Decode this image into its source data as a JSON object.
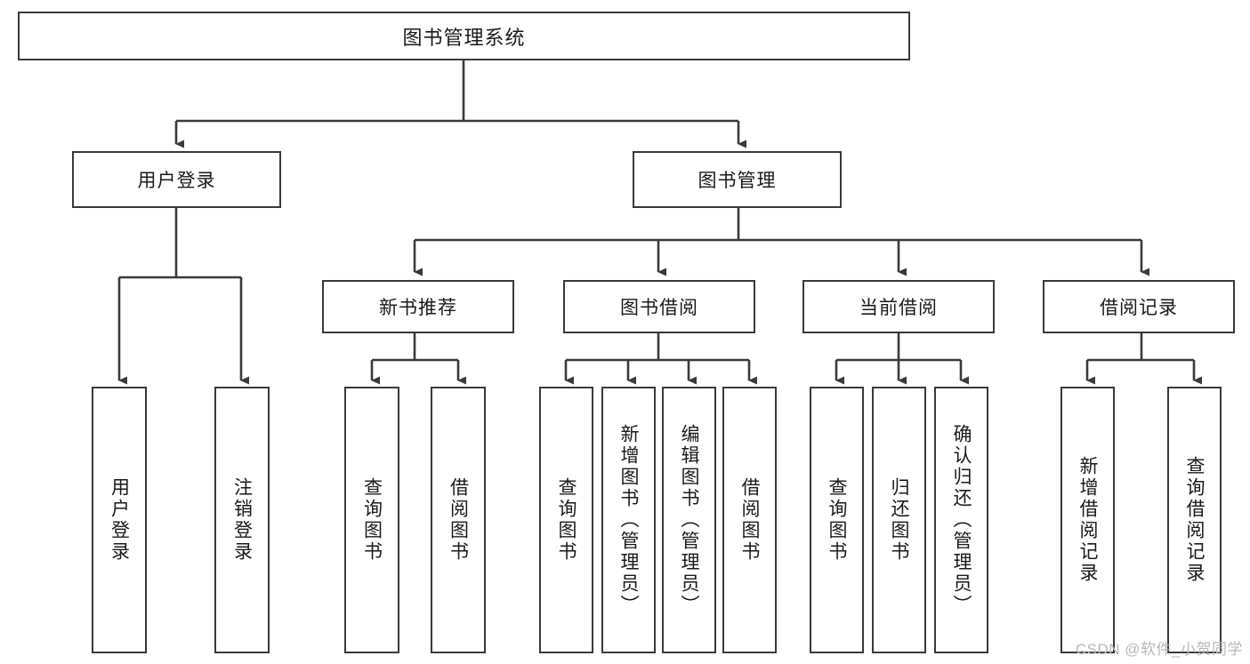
{
  "diagram": {
    "title": "图书管理系统",
    "type": "tree-hierarchy-diagram",
    "root": {
      "label": "图书管理系统"
    },
    "level2": [
      {
        "label": "用户登录"
      },
      {
        "label": "图书管理"
      }
    ],
    "level3": [
      {
        "label": "新书推荐",
        "parent": "图书管理"
      },
      {
        "label": "图书借阅",
        "parent": "图书管理"
      },
      {
        "label": "当前借阅",
        "parent": "图书管理"
      },
      {
        "label": "借阅记录",
        "parent": "图书管理"
      }
    ],
    "leaves": {
      "user_login": [
        {
          "label": "用户登录"
        },
        {
          "label": "注销登录"
        }
      ],
      "new_book_recommend": [
        {
          "label": "查询图书"
        },
        {
          "label": "借阅图书"
        }
      ],
      "book_borrow": [
        {
          "label": "查询图书"
        },
        {
          "label": "新增图书（管理员）"
        },
        {
          "label": "编辑图书（管理员）"
        },
        {
          "label": "借阅图书"
        }
      ],
      "current_borrow": [
        {
          "label": "查询图书"
        },
        {
          "label": "归还图书"
        },
        {
          "label": "确认归还（管理员）"
        }
      ],
      "borrow_record": [
        {
          "label": "新增借阅记录"
        },
        {
          "label": "查询借阅记录"
        }
      ]
    }
  },
  "watermark": {
    "text": "CSDN @软件_小贺同学"
  },
  "colors": {
    "stroke": "#3a3a3a",
    "text": "#1a1a1a",
    "background": "#ffffff",
    "watermark": "#b9b9b9"
  }
}
